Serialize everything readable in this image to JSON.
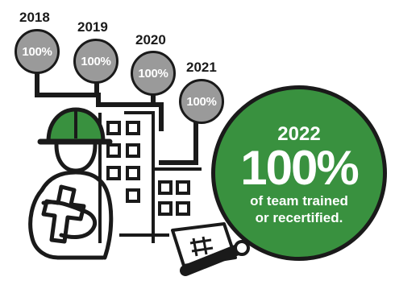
{
  "milestones": [
    {
      "year": "2018",
      "value": "100%"
    },
    {
      "year": "2019",
      "value": "100%"
    },
    {
      "year": "2020",
      "value": "100%"
    },
    {
      "year": "2021",
      "value": "100%"
    }
  ],
  "highlight": {
    "year": "2022",
    "value": "100%",
    "caption_line1": "of team trained",
    "caption_line2": "or recertified."
  },
  "colors": {
    "accent_green": "#39913f",
    "bubble_gray": "#9a9a9a",
    "outline": "#1a1a1a"
  },
  "icons": [
    "hard-hat-icon",
    "worker-icon",
    "building-icon",
    "blueprint-roll-icon"
  ]
}
